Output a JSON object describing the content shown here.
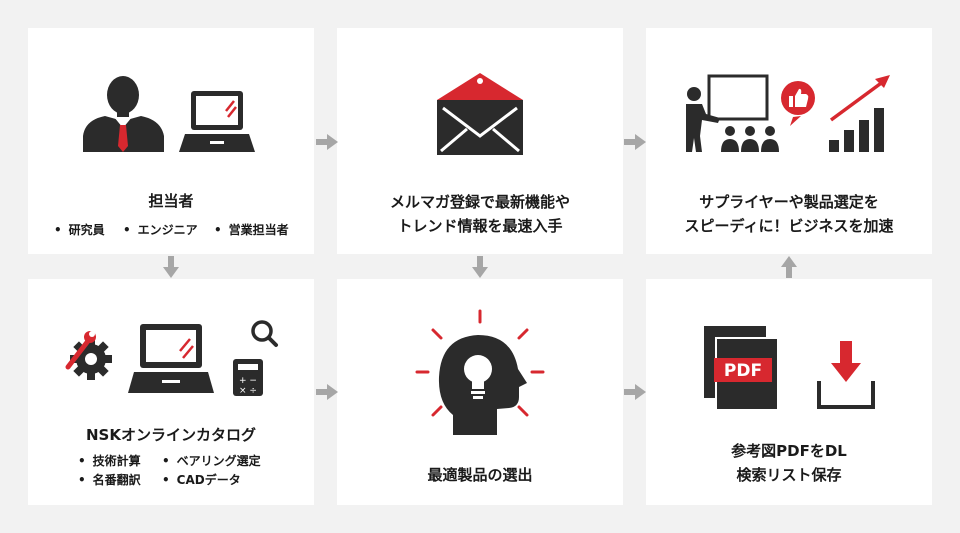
{
  "colors": {
    "accent": "#d7282f",
    "dark": "#2b2b2b",
    "arrow": "#a6a6a6",
    "card": "#ffffff",
    "background": "#f2f2f2"
  },
  "steps": [
    {
      "id": "person",
      "icons": [
        "person-icon",
        "laptop-icon"
      ],
      "title_lines": [
        "担当者"
      ],
      "bullets": [
        "研究員",
        "エンジニア",
        "営業担当者"
      ]
    },
    {
      "id": "newsletter",
      "icons": [
        "envelope-icon"
      ],
      "title_lines": [
        "メルマガ登録で最新機能や",
        "トレンド情報を最速入手"
      ]
    },
    {
      "id": "presentation",
      "icons": [
        "presentation-icon",
        "thumbs-up-icon",
        "growth-chart-icon"
      ],
      "title_lines": [
        "サプライヤーや製品選定を",
        "スピーディに！ビジネスを加速"
      ]
    },
    {
      "id": "catalog",
      "icons": [
        "gear-wrench-icon",
        "laptop-icon",
        "search-icon",
        "calculator-icon"
      ],
      "title_lines": [
        "NSKオンラインカタログ"
      ],
      "bullets": [
        "技術計算",
        "ベアリング選定",
        "名番翻訳",
        "CADデータ"
      ]
    },
    {
      "id": "selection",
      "icons": [
        "lightbulb-head-icon"
      ],
      "title_lines": [
        "最適製品の選出"
      ]
    },
    {
      "id": "download",
      "icons": [
        "pdf-icon",
        "download-icon"
      ],
      "pdf_label": "PDF",
      "title_lines": [
        "参考図PDFをDL",
        "検索リスト保存"
      ]
    }
  ]
}
